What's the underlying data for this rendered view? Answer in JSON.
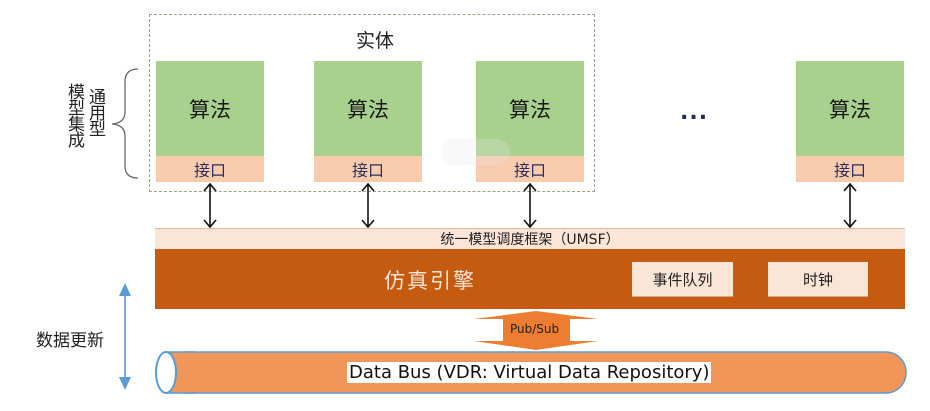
{
  "entity": {
    "title": "实体",
    "models": [
      {
        "algorithm": "算法",
        "interface": "接口"
      },
      {
        "algorithm": "算法",
        "interface": "接口"
      },
      {
        "algorithm": "算法",
        "interface": "接口"
      },
      {
        "algorithm": "算法",
        "interface": "接口"
      }
    ],
    "ellipsis": "..."
  },
  "side_labels": {
    "generic_type": "通用型",
    "model_integration": "模型集成",
    "data_update": "数据更新"
  },
  "framework": {
    "label": "统一模型调度框架（UMSF）"
  },
  "engine": {
    "title": "仿真引擎",
    "components": [
      "事件队列",
      "时钟"
    ]
  },
  "pubsub": {
    "label": "Pub/Sub"
  },
  "data_bus": {
    "label": "Data Bus (VDR: Virtual Data Repository)"
  },
  "colors": {
    "algorithm_fill": "#A9D18E",
    "interface_fill": "#F8CBAD",
    "framework_fill": "#FBE5D6",
    "engine_fill": "#C55A11",
    "pubsub_fill": "#ED7D31",
    "bus_fill": "#F09659",
    "bus_outline": "#5B9BD5",
    "update_arrow": "#5B9BD5"
  }
}
